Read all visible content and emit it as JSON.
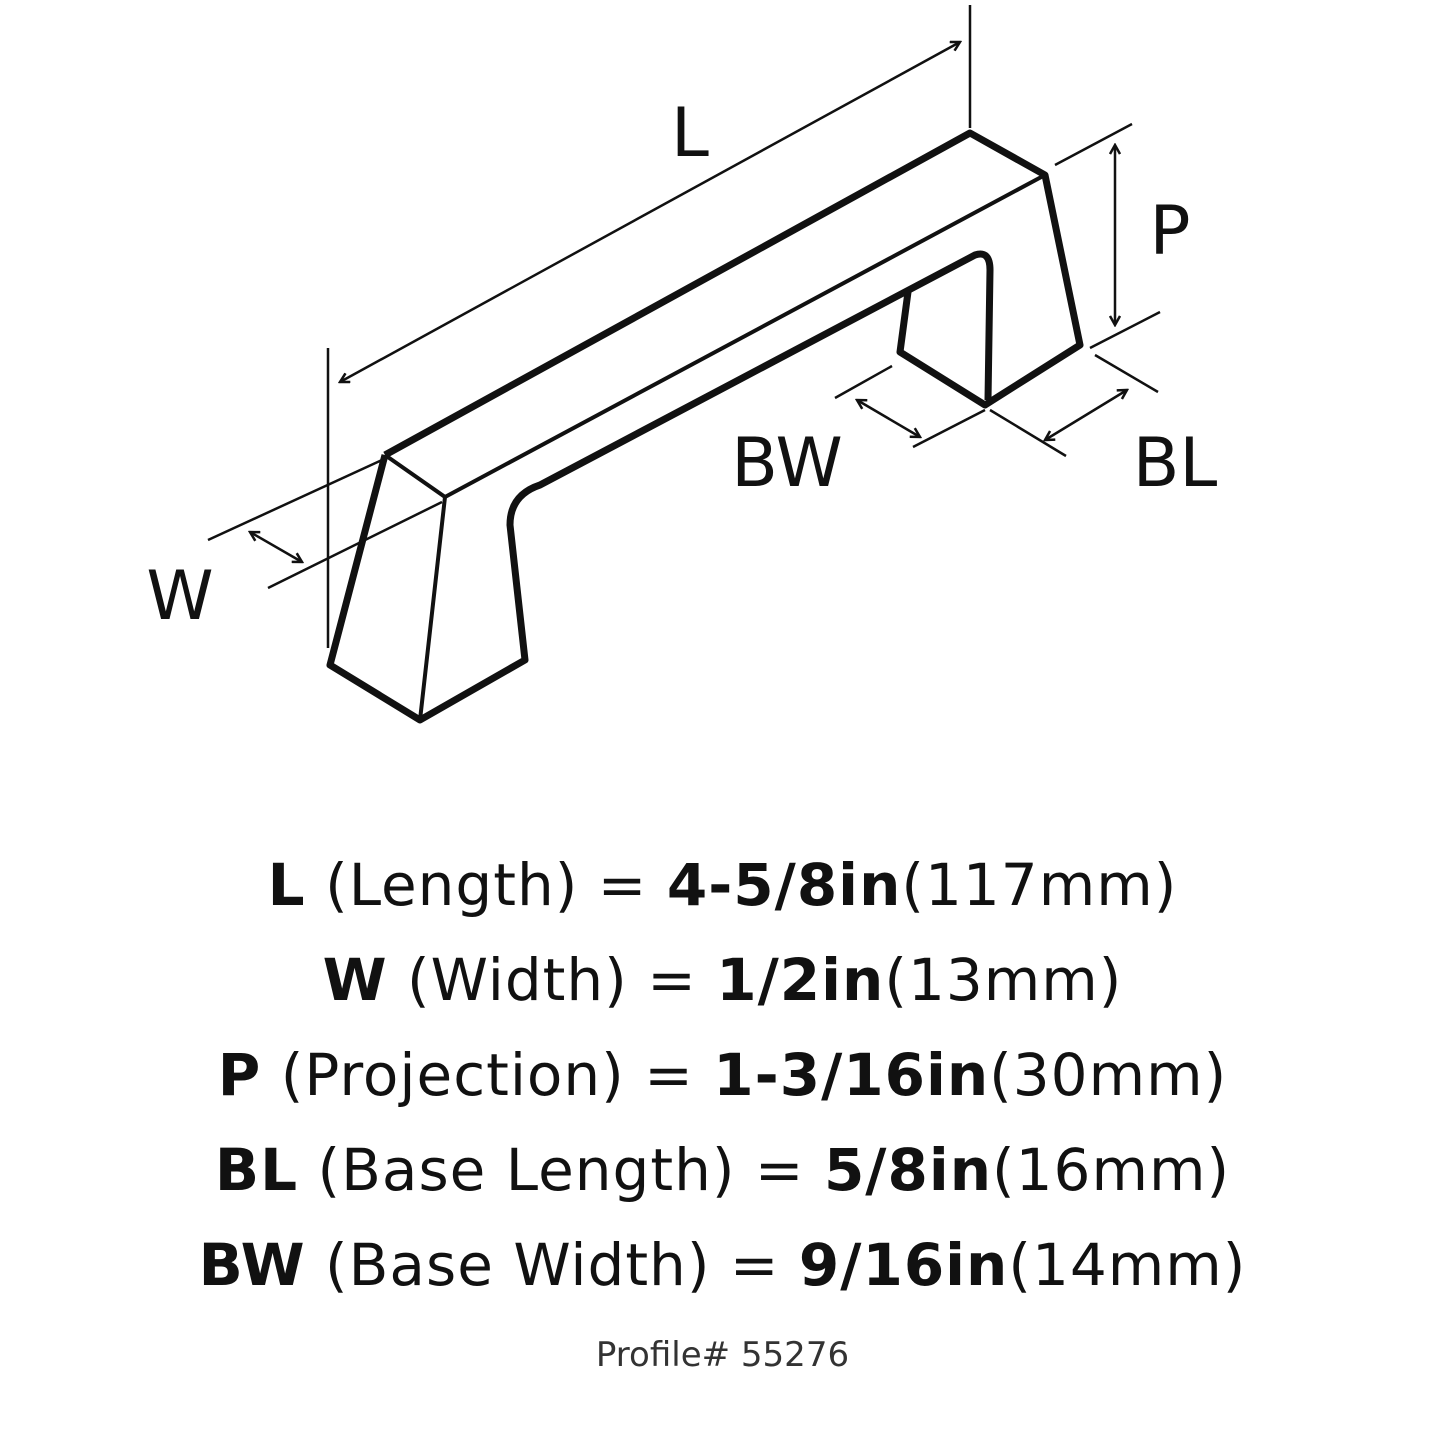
{
  "diagram": {
    "labels": {
      "L": "L",
      "P": "P",
      "BW": "BW",
      "BL": "BL",
      "W": "W"
    }
  },
  "specs": [
    {
      "key": "L",
      "name": "(Length) =",
      "imperial": "4-5/8in",
      "metric": "(117mm)"
    },
    {
      "key": "W",
      "name": "(Width) =",
      "imperial": "1/2in",
      "metric": "(13mm)"
    },
    {
      "key": "P",
      "name": "(Projection) =",
      "imperial": "1-3/16in",
      "metric": "(30mm)"
    },
    {
      "key": "BL",
      "name": "(Base Length) =",
      "imperial": "5/8in",
      "metric": "(16mm)"
    },
    {
      "key": "BW",
      "name": "(Base Width) =",
      "imperial": "9/16in",
      "metric": "(14mm)"
    }
  ],
  "profile": "Profile# 55276"
}
